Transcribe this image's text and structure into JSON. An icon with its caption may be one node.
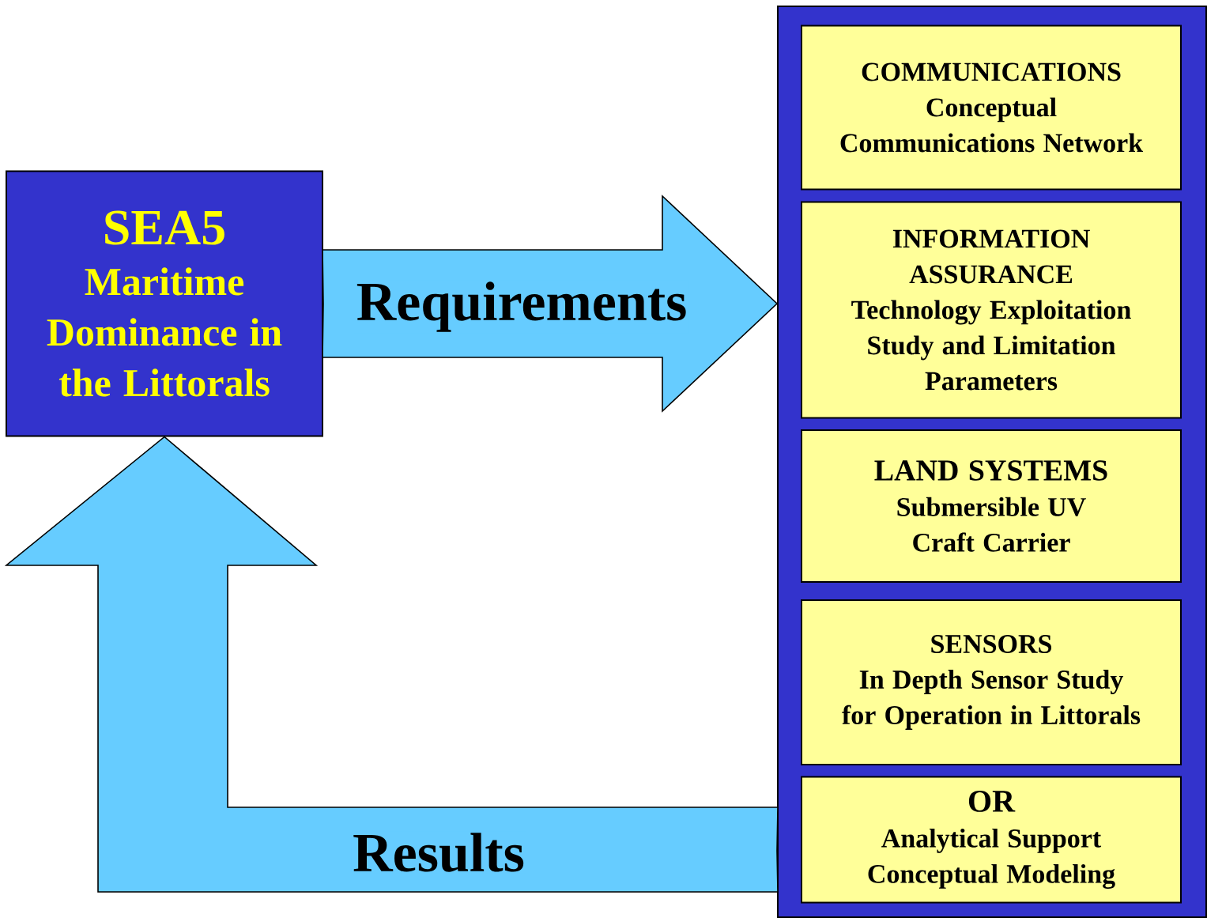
{
  "diagram": {
    "nodes": [
      {
        "text": [
          "SEA5",
          "Maritime Dominance in the Littorals"
        ]
      },
      {
        "text": [],
        "shape": "box"
      },
      {
        "text": [
          "COMMUNICATIONS",
          "Conceptual Communications Network"
        ],
        "in": 1
      },
      {
        "text": [
          "INFORMATION ASSURANCE",
          "Technology Exploitation Study and Limitation Parameters"
        ],
        "in": 1
      },
      {
        "text": [
          "LAND SYSTEMS",
          "Submersible UV Craft Carrier"
        ],
        "in": 1
      },
      {
        "text": [
          "SENSORS",
          "In Depth Sensor Study for Operation in Littorals"
        ],
        "in": 1
      },
      {
        "text": [
          "OR",
          "Analytical Support Conceptual Modeling"
        ],
        "in": 1
      }
    ],
    "edges": [
      {
        "from": 0,
        "to": 1,
        "arrow": "to",
        "label": "Requirements"
      },
      {
        "from": 1,
        "to": 0,
        "arrow": "to",
        "label": "Results"
      }
    ]
  }
}
